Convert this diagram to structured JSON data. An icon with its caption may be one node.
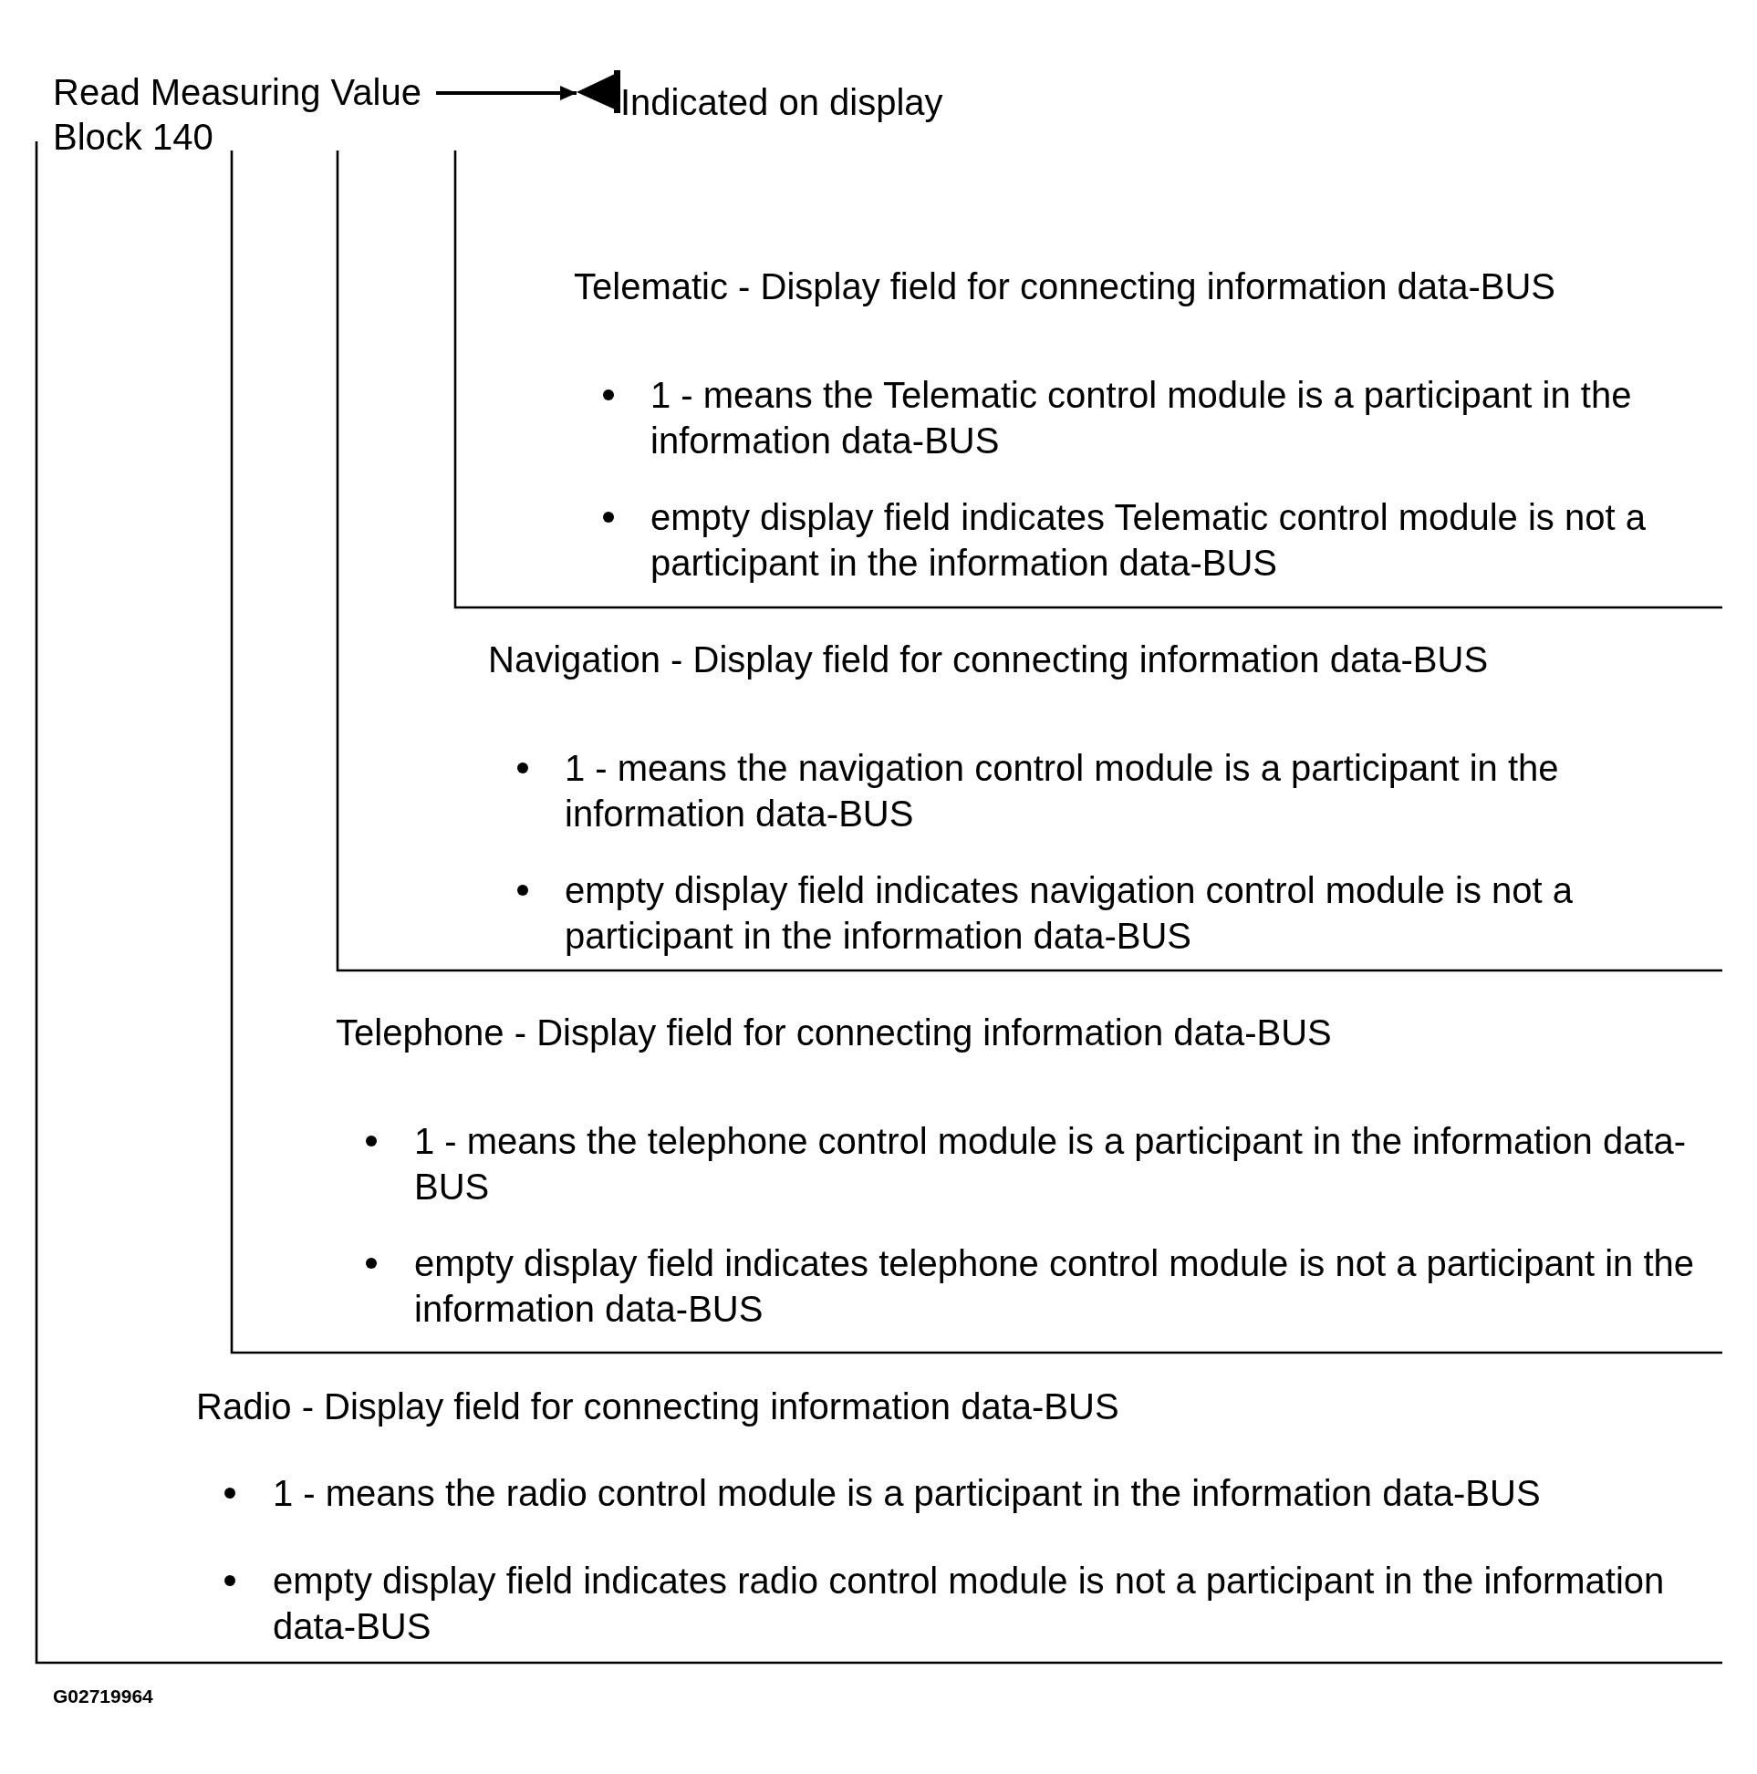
{
  "diagram": {
    "nodes": [
      {
        "text": [
          "Read Measuring Value Block 140"
        ]
      },
      {
        "text": [
          "Indicated on display"
        ]
      }
    ],
    "edges": [
      {
        "from": 0,
        "to": 1,
        "arrow": "to"
      }
    ],
    "labels": [
      "Telematic - Display field for connecting information data-BUS",
      "1 - means the Telematic control module is a participant in the information data-BUS",
      "empty display field indicates Telematic control module is not a participant in the information data-BUS",
      "Navigation - Display field for connecting information data-BUS",
      "1 - means the navigation control module is a participant in the information data-BUS",
      "empty display field indicates navigation control module is not a participant in the information data-BUS",
      "Telephone - Display field for connecting information data-BUS",
      "1 - means the telephone control module is a participant in the information data-BUS",
      "empty display field indicates telephone control module is not a participant in the information data-BUS",
      "Radio - Display field for connecting information data-BUS",
      "1 - means the radio control module is a participant in the information data-BUS",
      "empty display field indicates radio control module is not a participant in the information data-BUS",
      "G02719964"
    ]
  }
}
